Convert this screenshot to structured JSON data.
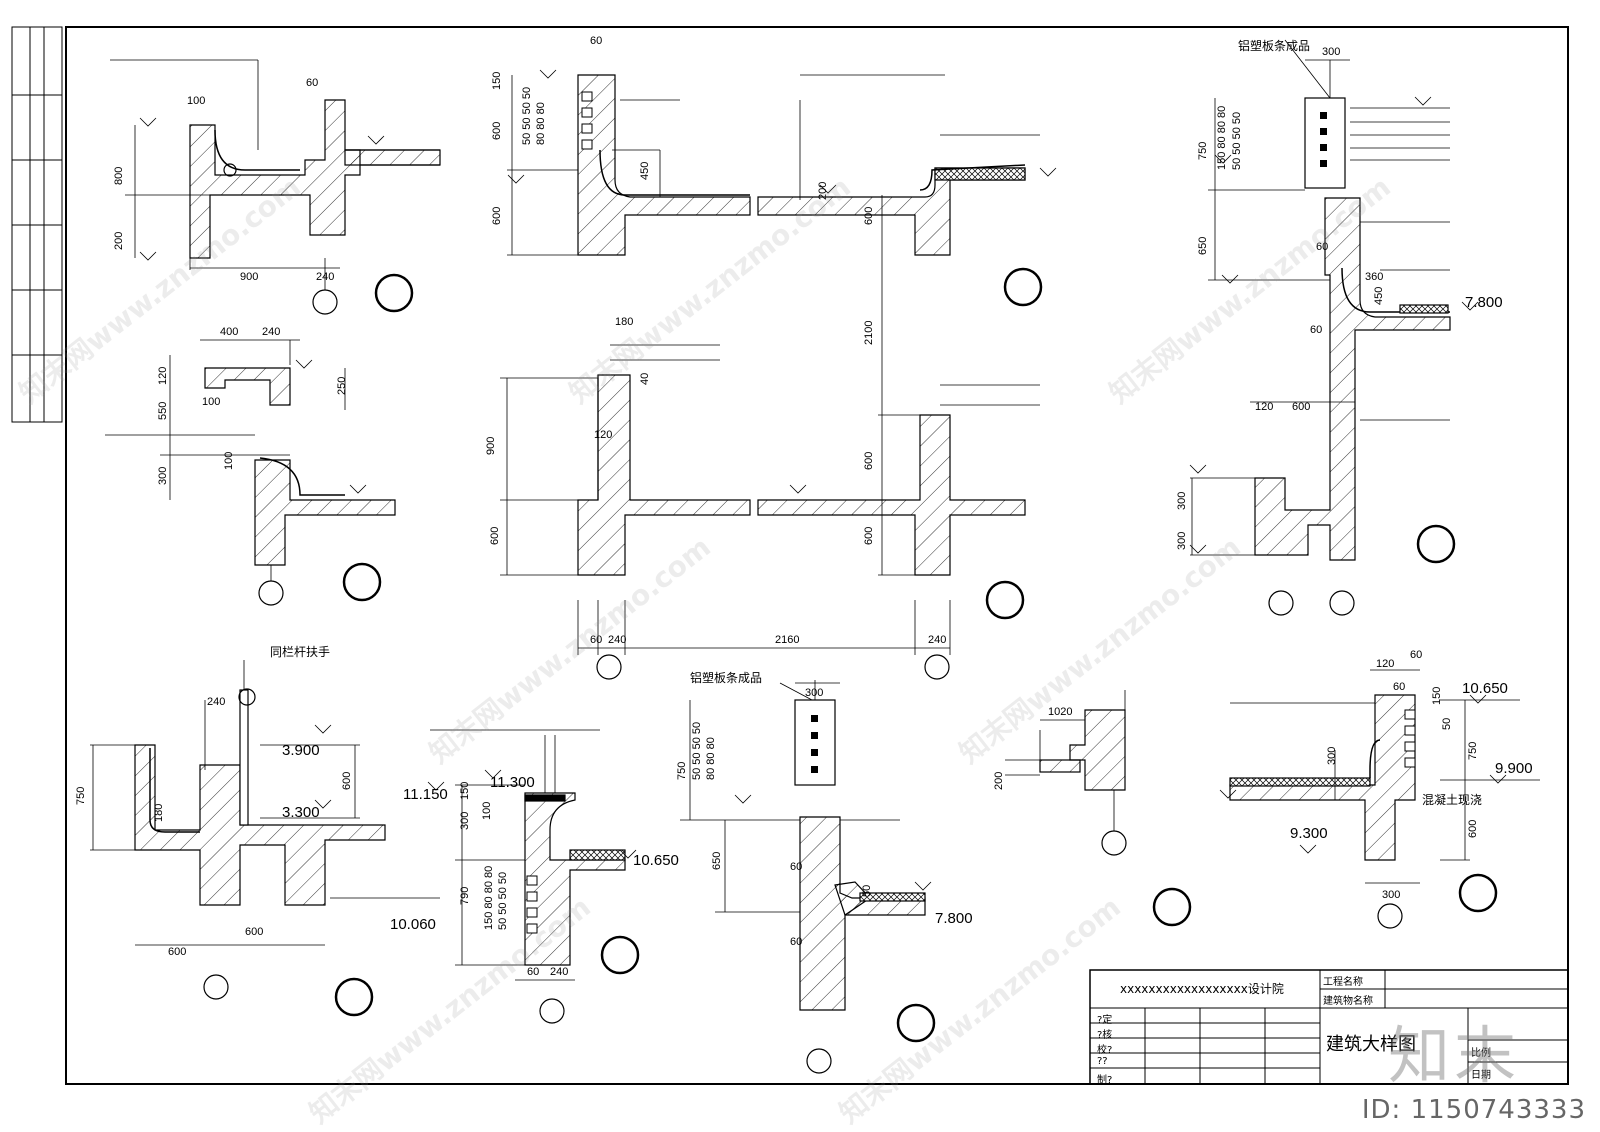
{
  "title_block": {
    "institute": "xxxxxxxxxxxxxxxxxx设计院",
    "project_name_label": "工程名称",
    "building_name_label": "建筑物名称",
    "drawing_title": "建筑大样图",
    "approver_label": "?定",
    "checker_label": "?核",
    "reviewer_label": "校?",
    "designer_label": "??",
    "drafter_label": "制?",
    "scale_label": "比例",
    "date_label": "日期"
  },
  "labels": {
    "alu_panel_1": "铝塑板条成品",
    "alu_panel_2": "铝塑板条成品",
    "railing_note": "同栏杆扶手",
    "concrete_note": "混凝土现浇"
  },
  "elevations": {
    "e7800_a": "7.800",
    "e7800_b": "7.800",
    "e10650_a": "10.650",
    "e10650_b": "10.650",
    "e9900": "9.900",
    "e9300": "9.300",
    "e3900": "3.900",
    "e3300": "3.300",
    "e11300": "11.300",
    "e11150": "11.150",
    "e10060": "10.060"
  },
  "dims": {
    "d900": "900",
    "d240a": "240",
    "d800": "800",
    "d200a": "200",
    "d100a": "100",
    "d60a": "60",
    "d400": "400",
    "d240b": "240",
    "d120a": "120",
    "d550": "550",
    "d250": "250",
    "d100b": "100",
    "d300a": "300",
    "d100c": "100",
    "d60b": "60",
    "d150a": "150",
    "d600a": "600",
    "d600b": "600",
    "d450a": "450",
    "d200b": "200",
    "d600c": "600",
    "d2100": "2100",
    "d600d": "600",
    "d600e": "600",
    "d900b": "900",
    "d600f": "600",
    "d60c": "60",
    "d240c": "240",
    "d2160": "2160",
    "d240d": "240",
    "d180": "180",
    "d40": "40",
    "d120b": "120",
    "d300b": "300",
    "d750a": "750",
    "d650a": "650",
    "d60d": "60",
    "d360": "360",
    "d450b": "450",
    "d60e": "60",
    "d120c": "120",
    "d600g": "600",
    "d300c": "300",
    "d300d": "300",
    "d240e": "240",
    "d750b": "750",
    "d600h": "600",
    "d600i": "600",
    "d600j": "600",
    "d180b": "180",
    "d150b": "150",
    "d100d": "100",
    "d300e": "300",
    "d790": "790",
    "d60f": "60",
    "d240f": "240",
    "d300f": "300",
    "d750c": "750",
    "d650b": "650",
    "d60g": "60",
    "d60h": "60",
    "d50": "50",
    "d1020": "1020",
    "d200c": "200",
    "d120d": "120",
    "d60i": "60",
    "d60j": "60",
    "d150c": "150",
    "d50b": "50",
    "d300g": "300",
    "d750d": "750",
    "d600k": "600",
    "d300h": "300",
    "vstack_a": "50 50 50 50",
    "vstack_b": "80 80 80",
    "vstack_c": "150 80 80 80",
    "vstack_d": "50 50 50 50",
    "vstack_e": "150 80 80 80",
    "vstack_f": "50 50 50 50",
    "vstack_g": "50 50 50 50",
    "vstack_h": "80 80 80"
  },
  "watermark": "知末网www.znzmo.com",
  "logo_text": "知末",
  "id_text": "ID: 1150743333"
}
